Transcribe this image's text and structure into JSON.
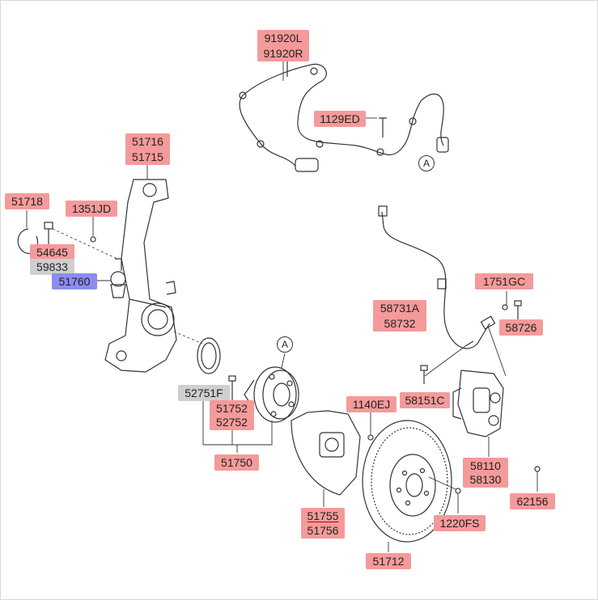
{
  "labels": {
    "p91920L": "91920L",
    "p91920R": "91920R",
    "p1129ED": "1129ED",
    "p51716": "51716",
    "p51715": "51715",
    "p51718": "51718",
    "p1351JD": "1351JD",
    "p54645": "54645",
    "p59833": "59833",
    "p51760": "51760",
    "p1751GC": "1751GC",
    "p58731A": "58731A",
    "p58732": "58732",
    "p58726": "58726",
    "p52751F": "52751F",
    "p51752": "51752",
    "p52752": "52752",
    "p51750": "51750",
    "p1140EJ": "1140EJ",
    "p58151C": "58151C",
    "p58110": "58110",
    "p58130": "58130",
    "p62156": "62156",
    "p51755": "51755",
    "p51756": "51756",
    "p1220FS": "1220FS",
    "p51712": "51712"
  },
  "callouts": {
    "a_top": "A",
    "a_hub": "A"
  },
  "colors": {
    "highlight_red": "#f59a9a",
    "highlight_gray": "#cfcfcf",
    "highlight_blue": "#8a8cf0",
    "line": "#333333"
  }
}
